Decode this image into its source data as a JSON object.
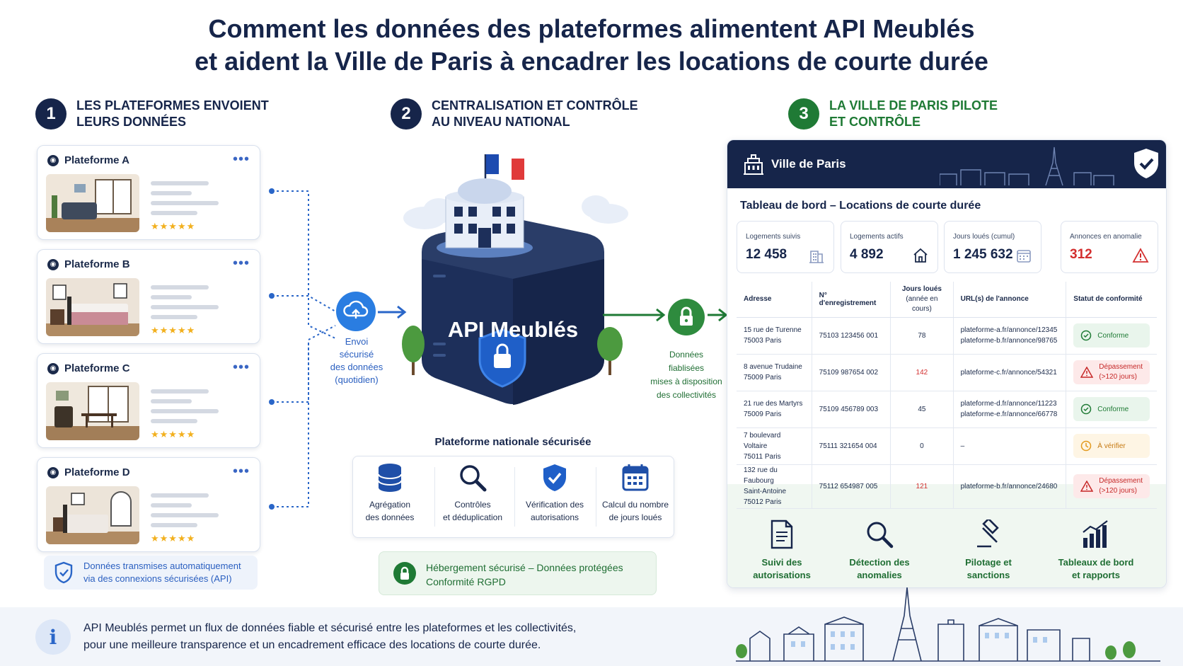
{
  "title": {
    "line1": "Comment les données des plateformes alimentent API Meublés",
    "line2": "et aident la Ville de Paris à encadrer les locations de courte durée"
  },
  "steps": [
    {
      "num": "1",
      "line1": "LES PLATEFORMES ENVOIENT",
      "line2": "LEURS DONNÉES",
      "color": "#16254a"
    },
    {
      "num": "2",
      "line1": "CENTRALISATION ET CONTRÔLE",
      "line2": "AU NIVEAU NATIONAL",
      "color": "#16254a"
    },
    {
      "num": "3",
      "line1": "LA VILLE DE PARIS PILOTE",
      "line2": "ET CONTRÔLE",
      "color": "#1f7a35"
    }
  ],
  "platforms": [
    {
      "name": "Plateforme A",
      "stars": "★★★★★"
    },
    {
      "name": "Plateforme B",
      "stars": "★★★★★"
    },
    {
      "name": "Plateforme C",
      "stars": "★★★★★"
    },
    {
      "name": "Plateforme D",
      "stars": "★★★★★"
    }
  ],
  "card_menu": "•••",
  "secure_note": {
    "line1": "Données transmises automatiquement",
    "line2": "via des connexions sécurisées (API)"
  },
  "flow_in": {
    "line1": "Envoi",
    "line2": "sécurisé",
    "line3": "des données",
    "line4": "(quotidien)"
  },
  "flow_out": {
    "line1": "Données",
    "line2": "fiablisées",
    "line3": "mises à disposition",
    "line4": "des collectivités"
  },
  "api": {
    "name": "API Meublés",
    "caption": "Plateforme nationale sécurisée",
    "features": [
      {
        "line1": "Agrégation",
        "line2": "des données",
        "icon": "database-icon"
      },
      {
        "line1": "Contrôles",
        "line2": "et déduplication",
        "icon": "magnifier-icon"
      },
      {
        "line1": "Vérification des",
        "line2": "autorisations",
        "icon": "shield-check-icon"
      },
      {
        "line1": "Calcul du nombre",
        "line2": "de jours loués",
        "icon": "calendar-icon"
      }
    ],
    "hosting": {
      "line1": "Hébergement sécurisé – Données protégées",
      "line2": "Conformité RGPD"
    }
  },
  "dashboard": {
    "brand": "Ville de Paris",
    "title": "Tableau de bord – Locations de courte durée",
    "kpis": [
      {
        "label": "Logements suivis",
        "value": "12 458",
        "icon": "building-icon"
      },
      {
        "label": "Logements actifs",
        "value": "4 892",
        "icon": "home-icon"
      },
      {
        "label": "Jours loués (cumul)",
        "value": "1 245 632",
        "icon": "calendar-icon"
      },
      {
        "label": "Annonces en anomalie",
        "value": "312",
        "icon": "warning-icon"
      }
    ],
    "table": {
      "headers": [
        "Adresse",
        "N° d'enregistrement",
        "Jours loués",
        "(année en cours)",
        "URL(s) de l'annonce",
        "Statut de conformité"
      ],
      "rows": [
        {
          "addr1": "15 rue de Turenne",
          "addr2": "75003 Paris",
          "addr3": "",
          "reg": "75103 123456 001",
          "days": "78",
          "url1": "plateforme-a.fr/annonce/12345",
          "url2": "plateforme-b.fr/annonce/98765",
          "status1": "Conforme",
          "status2": "",
          "kind": "ok"
        },
        {
          "addr1": "8 avenue Trudaine",
          "addr2": "75009 Paris",
          "addr3": "",
          "reg": "75109 987654 002",
          "days": "142",
          "url1": "plateforme-c.fr/annonce/54321",
          "url2": "",
          "status1": "Dépassement",
          "status2": "(>120 jours)",
          "kind": "bad"
        },
        {
          "addr1": "21 rue des Martyrs",
          "addr2": "75009 Paris",
          "addr3": "",
          "reg": "75109 456789 003",
          "days": "45",
          "url1": "plateforme-d.fr/annonce/11223",
          "url2": "plateforme-e.fr/annonce/66778",
          "status1": "Conforme",
          "status2": "",
          "kind": "ok"
        },
        {
          "addr1": "7 boulevard Voltaire",
          "addr2": "75011 Paris",
          "addr3": "",
          "reg": "75111 321654 004",
          "days": "0",
          "url1": "–",
          "url2": "",
          "status1": "À vérifier",
          "status2": "",
          "kind": "warn"
        },
        {
          "addr1": "132 rue du Faubourg",
          "addr2": "Saint-Antoine",
          "addr3": "75012 Paris",
          "reg": "75112 654987 005",
          "days": "121",
          "url1": "plateforme-b.fr/annonce/24680",
          "url2": "",
          "status1": "Dépassement",
          "status2": "(>120 jours)",
          "kind": "bad"
        }
      ]
    },
    "features": [
      {
        "line1": "Suivi des",
        "line2": "autorisations",
        "icon": "document-icon"
      },
      {
        "line1": "Détection des",
        "line2": "anomalies",
        "icon": "magnifier-icon"
      },
      {
        "line1": "Pilotage et",
        "line2": "sanctions",
        "icon": "gavel-icon"
      },
      {
        "line1": "Tableaux de bord",
        "line2": "et rapports",
        "icon": "bar-chart-icon"
      }
    ]
  },
  "info": {
    "icon": "i",
    "line1": "API Meublés permet un flux de données fiable et sécurisé entre les plateformes et les collectivités,",
    "line2": "pour une meilleure transparence et un encadrement efficace des locations de courte durée."
  },
  "colors": {
    "navy": "#16254a",
    "blue": "#2a7de1",
    "green": "#1f7a35",
    "red": "#d32f2f",
    "orange": "#e39a1f"
  }
}
